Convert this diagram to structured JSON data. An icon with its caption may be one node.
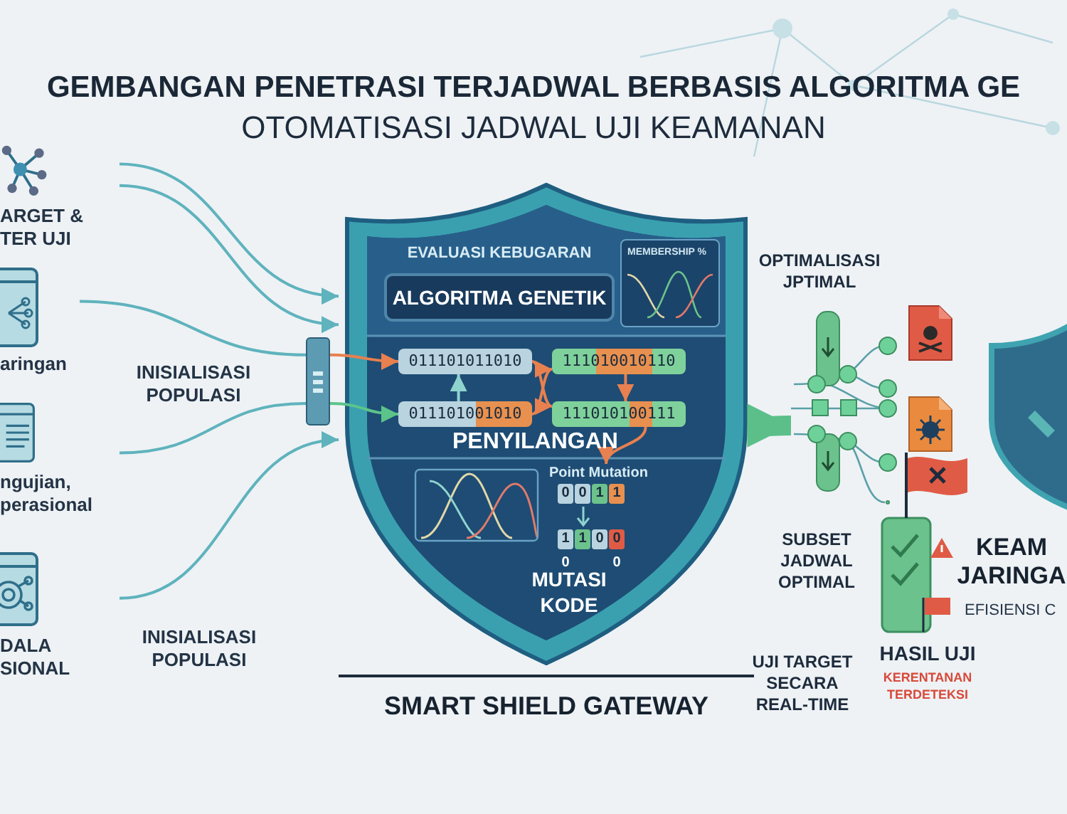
{
  "diagram": {
    "title": "GEMBANGAN PENETRASI TERJADWAL BERBASIS ALGORITMA GE",
    "nodes": [
      {
        "text": [
          "ARGET & TER UJI"
        ]
      },
      {
        "text": [
          "aringan"
        ]
      },
      {
        "text": [
          "ngujian, perasional"
        ]
      },
      {
        "text": [
          "DALA SIONAL"
        ]
      },
      {
        "text": [],
        "shape": "box"
      },
      {
        "text": [
          "SMART SHIELD GATEWAY"
        ]
      },
      {
        "text": [
          "EVALUASI KEBUGARAN",
          "ALGORITMA GENETIK"
        ],
        "in": 5
      },
      {
        "text": [
          "MEMBERSHIP %"
        ],
        "in": 5
      },
      {
        "text": [
          "011101011010"
        ],
        "in": 5
      },
      {
        "text": [
          "011101001010"
        ],
        "in": 5
      },
      {
        "text": [
          "111010010110"
        ],
        "in": 5
      },
      {
        "text": [
          "111010100111"
        ],
        "in": 5
      },
      {
        "text": [
          "Point Mutation"
        ],
        "in": 5
      },
      {
        "text": [],
        "shape": "picture",
        "beside": [
          "OPTIMALISASI JPTIMAL",
          "SUBSET JADWAL OPTIMAL"
        ]
      },
      {
        "text": [
          "HASIL UJI",
          "KERENTANAN TERDETEKSI"
        ]
      },
      {
        "text": [
          "KEAM JARINGA",
          "EFISIENSI C"
        ]
      }
    ],
    "edges": [
      {
        "from": 0,
        "to": 5,
        "arrow": "to"
      },
      {
        "from": 0,
        "to": 5,
        "arrow": "to"
      },
      {
        "from": 1,
        "to": 4,
        "arrow": "none"
      },
      {
        "from": 2,
        "to": 4,
        "arrow": "none"
      },
      {
        "from": 3,
        "to": 5,
        "arrow": "to"
      },
      {
        "from": 4,
        "to": 8,
        "arrow": "to",
        "color": "#e8804f"
      },
      {
        "from": 4,
        "to": 9,
        "arrow": "to",
        "color": "#5cc48a"
      },
      {
        "from": 9,
        "to": 8,
        "arrow": "to",
        "color": "#8fd3cf"
      },
      {
        "from": 9,
        "to": 10,
        "arrow": "to",
        "color": "#e8804f"
      },
      {
        "from": 8,
        "to": 11,
        "arrow": "to",
        "color": "#e8804f"
      },
      {
        "from": 10,
        "to": 11,
        "arrow": "to",
        "color": "#e8804f"
      },
      {
        "from": 11,
        "to": 12,
        "arrow": "to",
        "color": "#e8804f"
      },
      {
        "from": 5,
        "to": 13,
        "arrow": "to",
        "style": "thick",
        "color": "#5cbf8a"
      }
    ],
    "labels": [
      "OTOMATISASI JADWAL UJI KEAMANAN",
      "INISIALISASI POPULASI",
      "PENYILANGAN",
      "0",
      "0",
      "1",
      "1",
      "1",
      "1",
      "0",
      "0",
      "0",
      "0",
      "MUTASI KODE",
      "INISIALISASI POPULASI",
      "UJI TARGET SECARA REAL-TIME"
    ]
  }
}
